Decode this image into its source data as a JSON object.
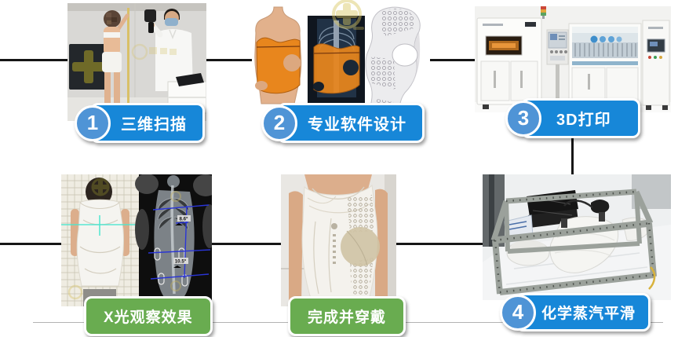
{
  "steps": [
    {
      "number": "1",
      "label": "三维扫描"
    },
    {
      "number": "2",
      "label": "专业软件设计"
    },
    {
      "number": "3",
      "label": "3D打印"
    },
    {
      "number": "4",
      "label": "化学蒸汽平滑"
    }
  ],
  "results": [
    {
      "label": "X光观察效果"
    },
    {
      "label": "完成并穿戴"
    }
  ],
  "xray": {
    "upper_angle": "8.6°",
    "lower_angle": "10.5°"
  },
  "colors": {
    "step_pill_blue": "#1787d8",
    "step_circle_blue": "#4f94d6",
    "result_green": "#69ac50",
    "connector_black": "#161616",
    "brace_orange": "#e8861d",
    "xray_measure_blue": "#2a35d6",
    "laser_teal": "#49e6cf"
  }
}
